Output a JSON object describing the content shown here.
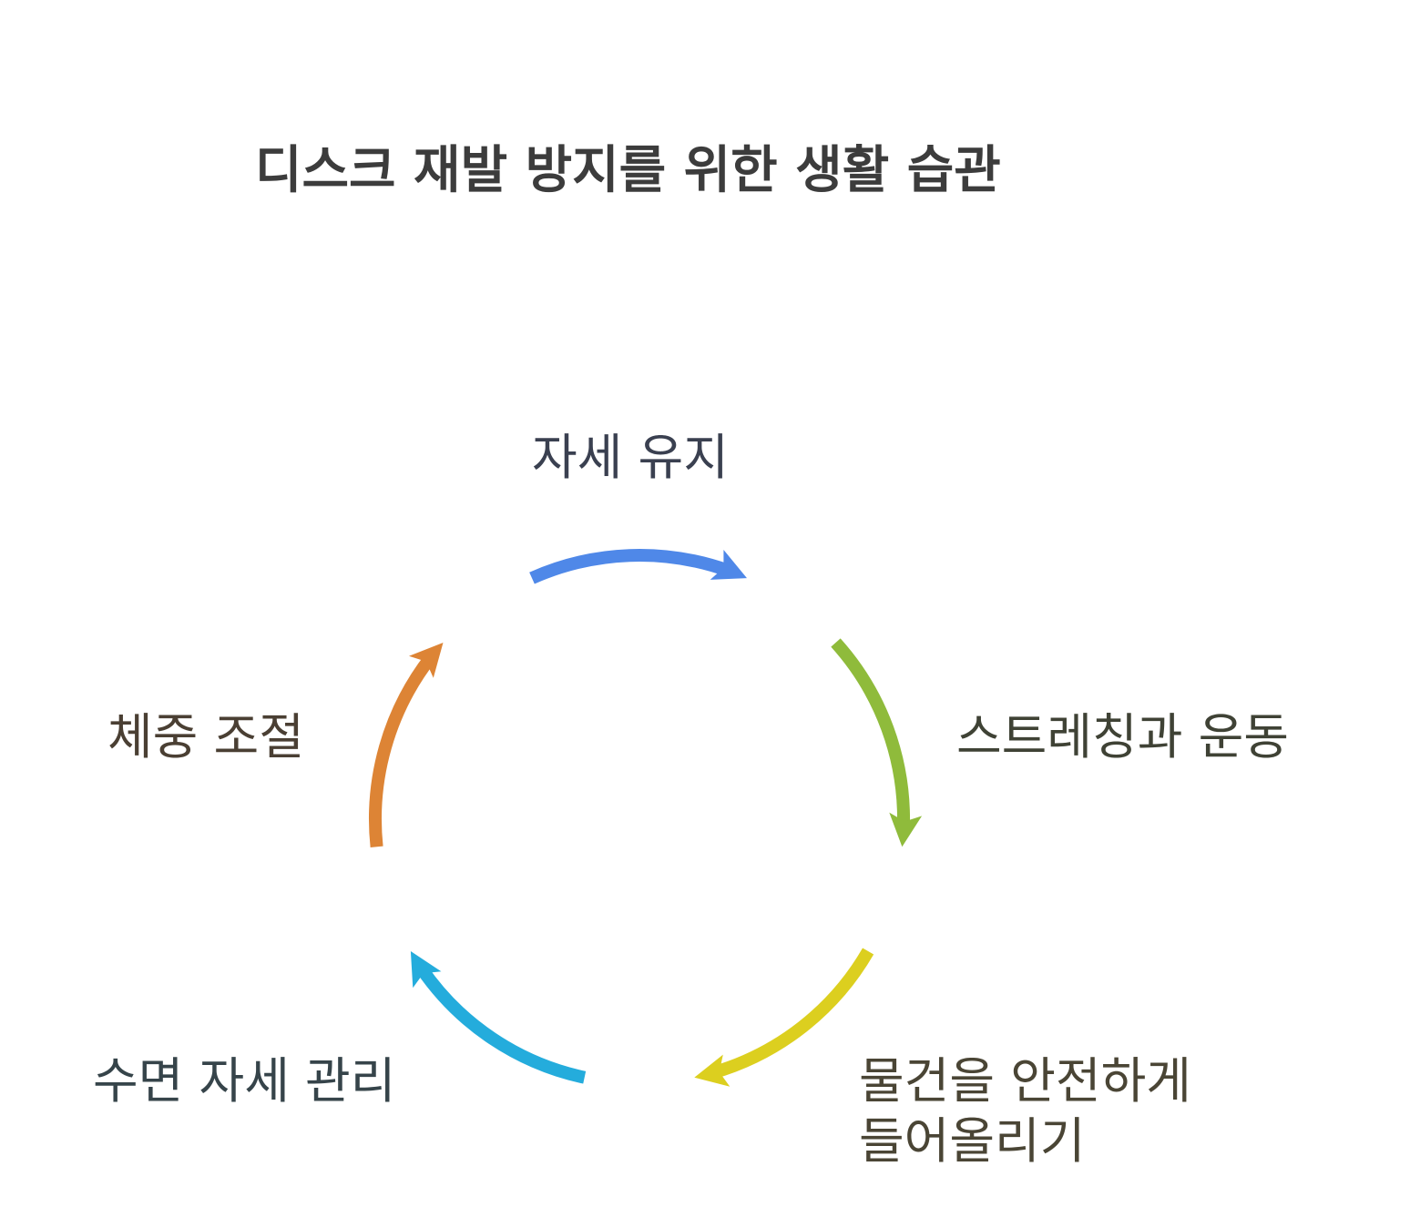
{
  "title": "디스크 재발 방지를 위한 생활 습관",
  "steps": [
    {
      "label": "자세 유지",
      "color": "#4f88e8",
      "text_color": "#3a4050"
    },
    {
      "label": "스트레칭과 운동",
      "color": "#8fbb3b",
      "text_color": "#3f4235"
    },
    {
      "label_line1": "물건을 안전하게",
      "label_line2": "들어올리기",
      "color": "#dccf1f",
      "text_color": "#4a4535"
    },
    {
      "label": "수면 자세 관리",
      "color": "#24acdc",
      "text_color": "#36444a"
    },
    {
      "label": "체중 조절",
      "color": "#dd8435",
      "text_color": "#4a3f33"
    }
  ]
}
